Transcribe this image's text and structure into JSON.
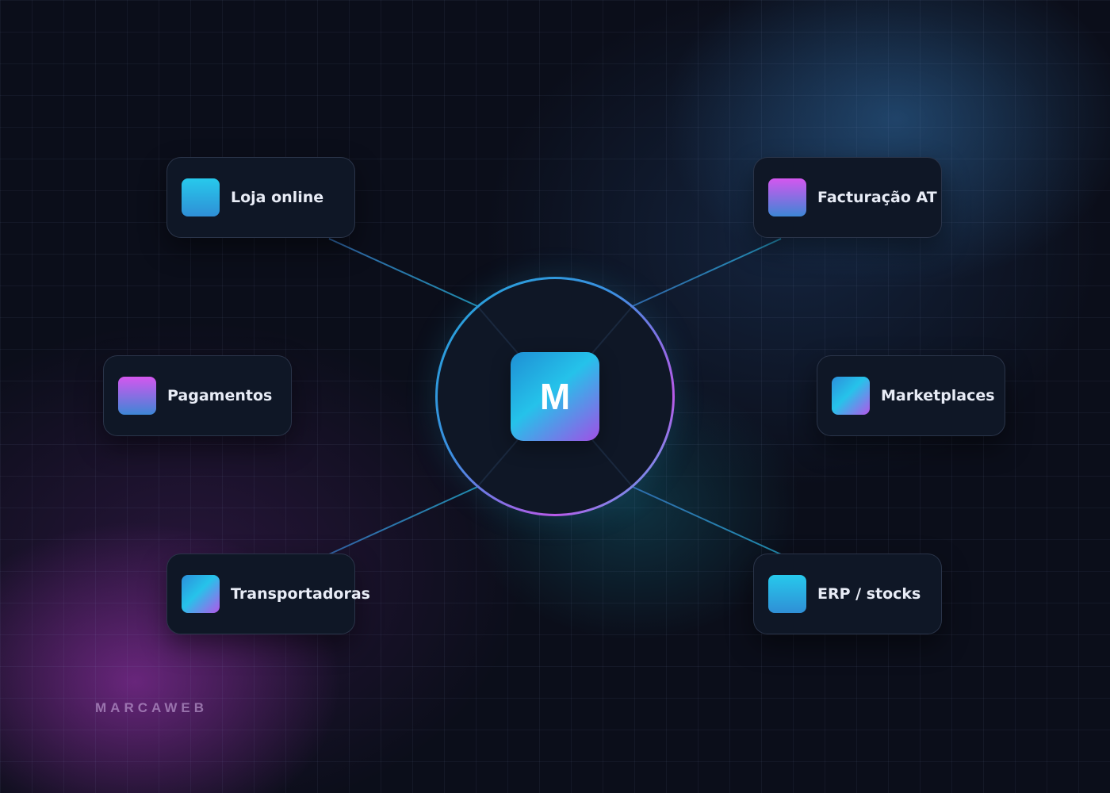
{
  "hub": {
    "letter": "M"
  },
  "nodes": [
    {
      "id": "loja-online",
      "label": "Loja online",
      "chip": "cyan"
    },
    {
      "id": "facturacao-at",
      "label": "Facturação AT",
      "chip": "magenta"
    },
    {
      "id": "pagamentos",
      "label": "Pagamentos",
      "chip": "magenta"
    },
    {
      "id": "marketplaces",
      "label": "Marketplaces",
      "chip": "diagonal"
    },
    {
      "id": "transportadoras",
      "label": "Transportadoras",
      "chip": "diagonal"
    },
    {
      "id": "erp-stocks",
      "label": "ERP / stocks",
      "chip": "cyan"
    }
  ],
  "brand": "MARCAWEB",
  "colors": {
    "background": "#0b0e1a",
    "card": "#0f1726",
    "cyan": "#25c2ea",
    "blue": "#2f8fd6",
    "magenta": "#c455ec",
    "text": "#e8ecf6"
  }
}
